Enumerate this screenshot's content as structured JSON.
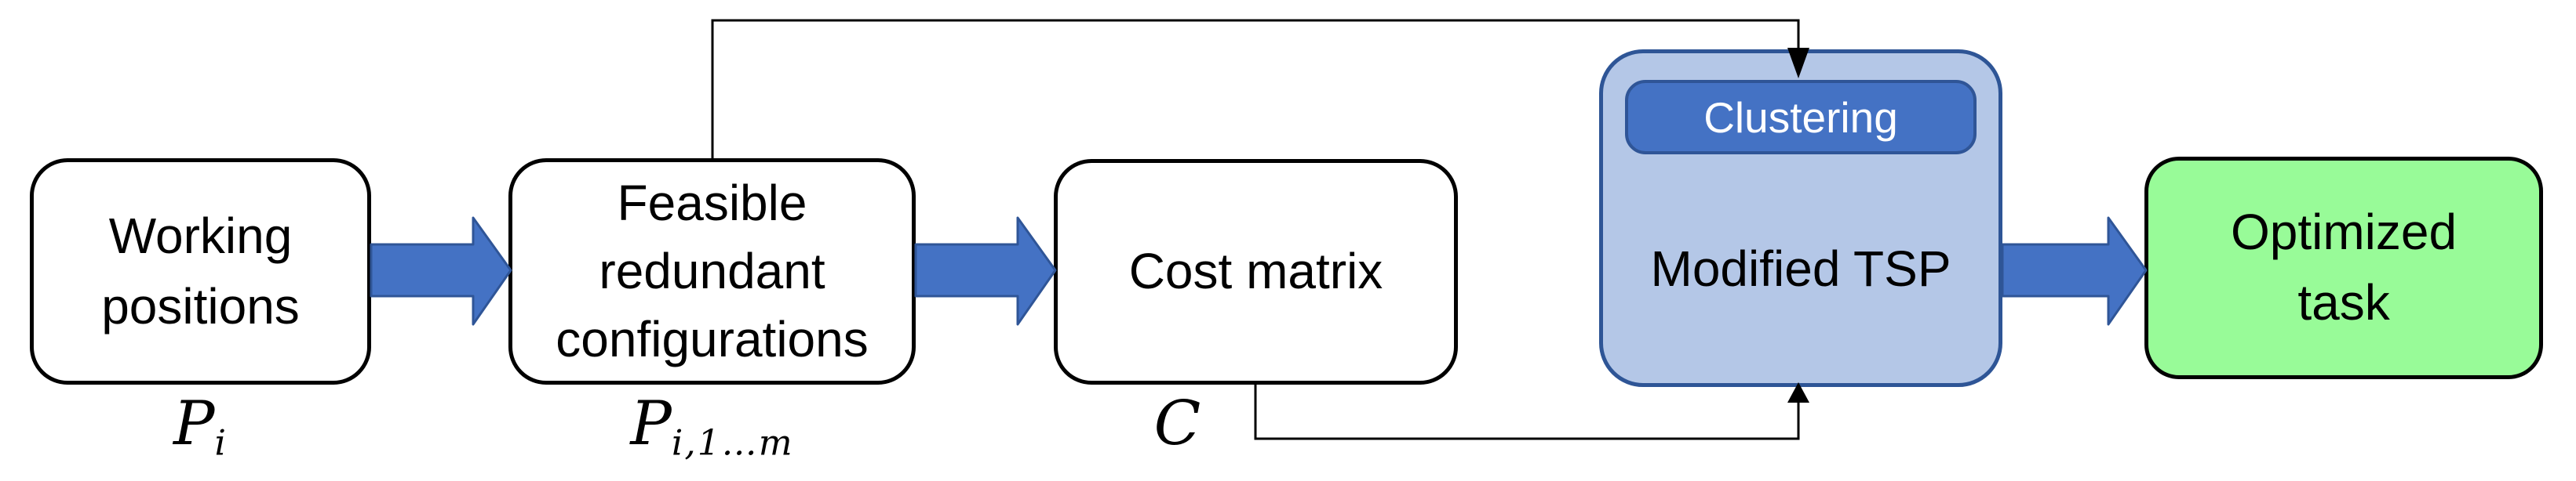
{
  "colors": {
    "arrow_fill": "#4472C4",
    "arrow_stroke": "#2F5597",
    "tsp_fill": "#B4C7E7",
    "tsp_stroke": "#2E5596",
    "clustering_fill": "#4472C4",
    "clustering_stroke": "#2F5597",
    "clustering_text": "#FFFFFF",
    "optimized_fill": "#98FB98",
    "node_fill": "#FFFFFF",
    "node_stroke": "#000000",
    "connector_stroke": "#000000",
    "text_color": "#000000"
  },
  "nodes": {
    "working_positions": {
      "label": "Working\npositions",
      "symbol_base": "P",
      "symbol_sub": "i"
    },
    "feasible_configurations": {
      "label": "Feasible\nredundant\nconfigurations",
      "symbol_base": "P",
      "symbol_sub": "i,1…m"
    },
    "cost_matrix": {
      "label": "Cost matrix",
      "symbol_base": "C",
      "symbol_sub": ""
    },
    "modified_tsp": {
      "label": "Modified TSP",
      "inner_label": "Clustering"
    },
    "optimized_task": {
      "label": "Optimized\ntask"
    }
  }
}
